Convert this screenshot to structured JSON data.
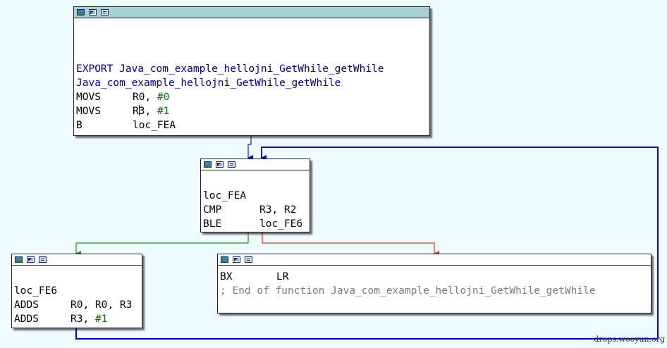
{
  "colors": {
    "background": "#eefbff",
    "active_header": "#a6d2d2",
    "edge_blue": "#0000cc",
    "edge_green": "#2a8a2a",
    "edge_red": "#e03030"
  },
  "header_icons": [
    "color-button-icon",
    "rename-button-icon",
    "graph-button-icon"
  ],
  "nodes": {
    "entry": {
      "line1": {
        "mnemonic": "EXPORT",
        "operand": "Java_com_example_hellojni_GetWhile_getWhile"
      },
      "line2": {
        "label": "Java_com_example_hellojni_GetWhile_getWhile"
      },
      "line3": {
        "mnemonic": "MOVS",
        "reg": "R0, ",
        "imm": "#0"
      },
      "line4": {
        "mnemonic": "MOVS",
        "reg_a": "R",
        "reg_b": "3, ",
        "imm": "#1"
      },
      "line5": {
        "mnemonic": "B",
        "target": "loc_FEA"
      }
    },
    "loop": {
      "line1": {
        "label": "loc_FEA"
      },
      "line2": {
        "mnemonic": "CMP",
        "operands": "R3, R2"
      },
      "line3": {
        "mnemonic": "BLE",
        "target": "loc_FE6"
      }
    },
    "body": {
      "line1": {
        "label": "loc_FE6"
      },
      "line2": {
        "mnemonic": "ADDS",
        "operands": "R0, R0, R3"
      },
      "line3": {
        "mnemonic": "ADDS",
        "reg": "R3, ",
        "imm": "#1"
      }
    },
    "exit": {
      "line1": {
        "mnemonic": "BX",
        "operand": "LR"
      },
      "line2": {
        "comment": "; End of function Java_com_example_hellojni_GetWhile_getWhile"
      }
    }
  },
  "watermark": "drops.wooyun.org"
}
